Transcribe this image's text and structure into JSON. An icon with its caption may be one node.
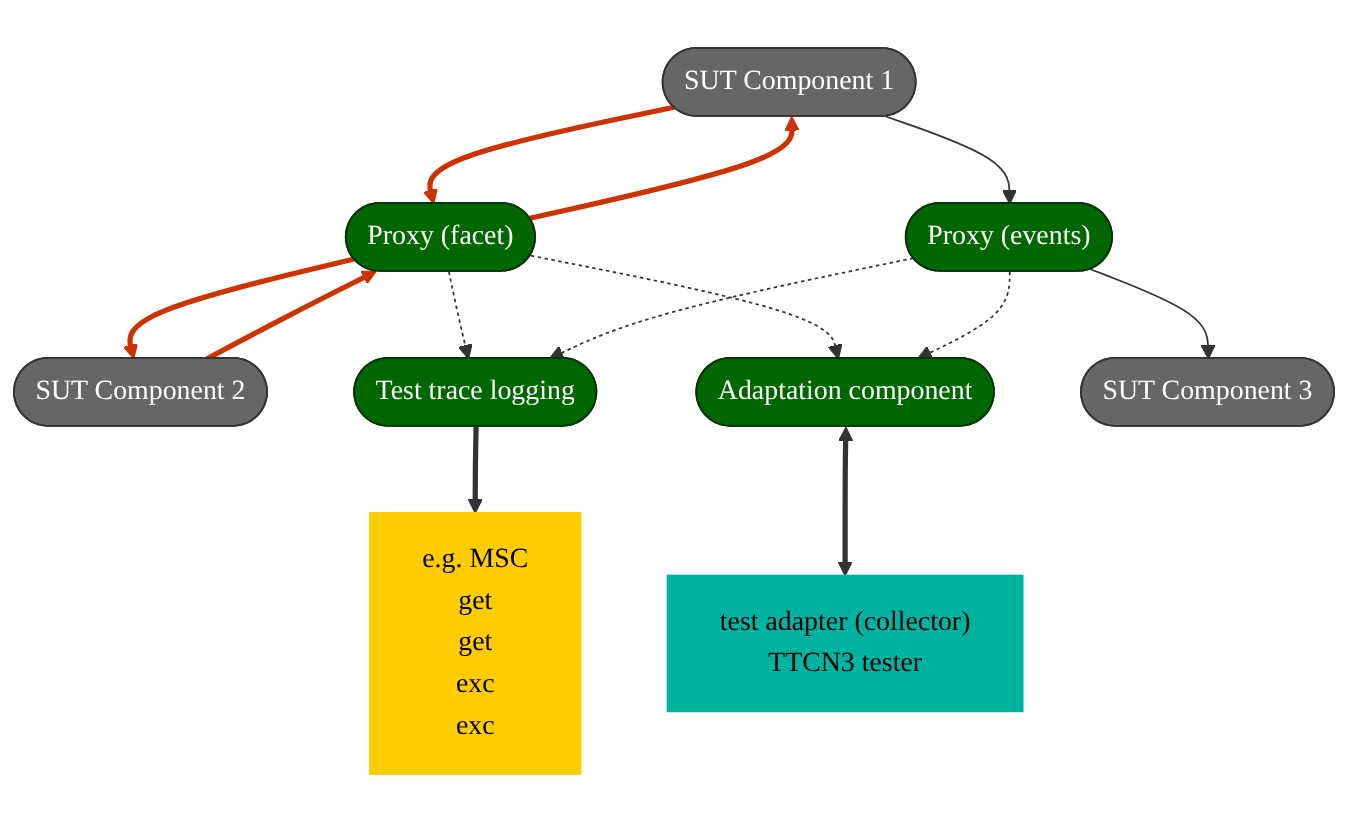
{
  "diagram": {
    "nodes": [
      {
        "text": [
          "SUT Component 1"
        ]
      },
      {
        "text": [
          "Proxy (facet)"
        ]
      },
      {
        "text": [
          "SUT Component 2"
        ]
      },
      {
        "text": [
          "Proxy (events)"
        ]
      },
      {
        "text": [
          "Test trace logging"
        ]
      },
      {
        "text": [
          "Adaptation component"
        ]
      },
      {
        "text": [
          "SUT Component 3"
        ]
      },
      {
        "text": [
          "e.g. MSC",
          "get",
          "get",
          "exc",
          "exc"
        ]
      },
      {
        "text": [
          "test adapter (collector)",
          "TTCN3 tester"
        ]
      }
    ],
    "edges": [
      {
        "from": 0,
        "to": 1,
        "arrow": "to",
        "style": "thick",
        "color": "#cc3300"
      },
      {
        "from": 1,
        "to": 0,
        "arrow": "to",
        "style": "thick",
        "color": "#cc3300"
      },
      {
        "from": 1,
        "to": 2,
        "arrow": "to",
        "style": "thick",
        "color": "#cc3300"
      },
      {
        "from": 2,
        "to": 1,
        "arrow": "to",
        "style": "thick",
        "color": "#cc3300"
      },
      {
        "from": 0,
        "to": 3,
        "arrow": "to"
      },
      {
        "from": 1,
        "to": 4,
        "arrow": "to",
        "style": "dashed"
      },
      {
        "from": 1,
        "to": 5,
        "arrow": "to",
        "style": "dashed"
      },
      {
        "from": 3,
        "to": 4,
        "arrow": "to",
        "style": "dashed"
      },
      {
        "from": 3,
        "to": 5,
        "arrow": "to",
        "style": "dashed"
      },
      {
        "from": 3,
        "to": 6,
        "arrow": "to"
      },
      {
        "from": 4,
        "to": 7,
        "arrow": "to",
        "style": "thick"
      },
      {
        "from": 5,
        "to": 8,
        "arrow": "both",
        "style": "thick"
      }
    ]
  }
}
